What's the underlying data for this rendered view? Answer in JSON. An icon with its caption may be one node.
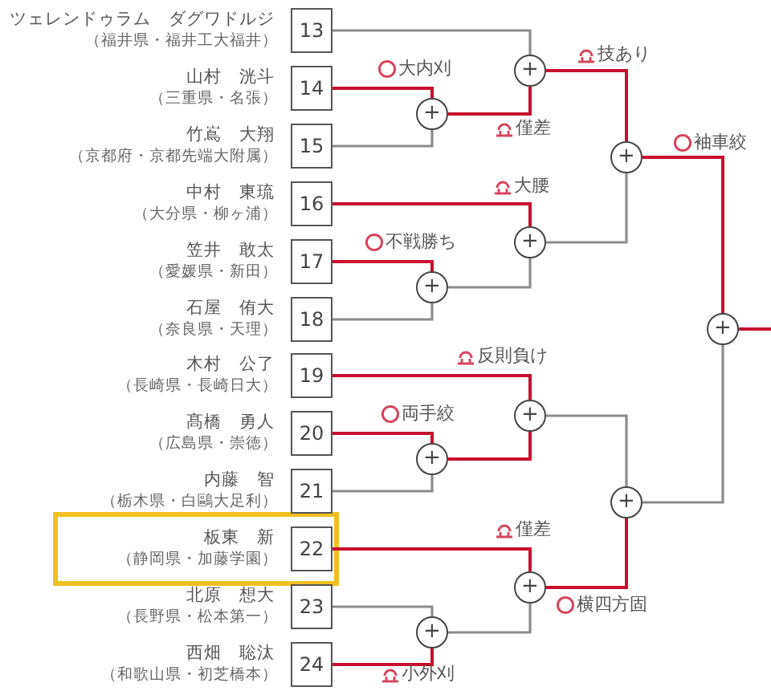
{
  "diagram": {
    "nodes": [
      {
        "text": [
          "13"
        ],
        "beside": [
          "ツェレンドゥラム　ダグワドルジ",
          "（福井県・福井工大福井）"
        ]
      },
      {
        "text": [
          "14"
        ],
        "beside": [
          "山村　洸斗",
          "（三重県・名張）"
        ]
      },
      {
        "text": [
          "15"
        ],
        "beside": [
          "竹嶌　大翔",
          "（京都府・京都先端大附属）"
        ]
      },
      {
        "text": [
          "16"
        ],
        "beside": [
          "中村　東琉",
          "（大分県・柳ヶ浦）"
        ]
      },
      {
        "text": [
          "17"
        ],
        "beside": [
          "笠井　敢太",
          "（愛媛県・新田）"
        ]
      },
      {
        "text": [
          "18"
        ],
        "beside": [
          "石屋　侑大",
          "（奈良県・天理）"
        ]
      },
      {
        "text": [
          "19"
        ],
        "beside": [
          "木村　公了",
          "（長崎県・長崎日大）"
        ]
      },
      {
        "text": [
          "20"
        ],
        "beside": [
          "髙橋　勇人",
          "（広島県・崇徳）"
        ]
      },
      {
        "text": [
          "21"
        ],
        "beside": [
          "内藤　智",
          "（栃木県・白鷗大足利）"
        ]
      },
      {
        "text": [
          "22"
        ],
        "beside": [
          "板東　新",
          "（静岡県・加藤学園）"
        ]
      },
      {
        "text": [
          "23"
        ],
        "beside": [
          "北原　想大",
          "（長野県・松本第一）"
        ]
      },
      {
        "text": [
          "24"
        ],
        "beside": [
          "西畑　聡汰",
          "（和歌山県・初芝橋本）"
        ]
      },
      {
        "text": [
          "+"
        ]
      },
      {
        "text": [
          "+"
        ]
      },
      {
        "text": [
          "+"
        ]
      },
      {
        "text": [
          "+"
        ]
      },
      {
        "text": [
          "+"
        ]
      },
      {
        "text": [
          "+"
        ]
      },
      {
        "text": [
          "+"
        ]
      },
      {
        "text": [
          "+"
        ]
      },
      {
        "text": [
          "+"
        ]
      },
      {
        "text": [
          "+"
        ]
      },
      {
        "text": [
          "+"
        ]
      }
    ],
    "edges": [
      {
        "from": 1,
        "to": 12,
        "arrow": "none",
        "label": "大内刈"
      },
      {
        "from": 2,
        "to": 12,
        "arrow": "none",
        "color": "#8c8c8c"
      },
      {
        "from": 0,
        "to": 13,
        "arrow": "none",
        "color": "#8c8c8c"
      },
      {
        "from": 12,
        "to": 13,
        "arrow": "none",
        "label": "僅差"
      },
      {
        "from": 13,
        "to": 16,
        "arrow": "none",
        "label": "技あり"
      },
      {
        "from": 4,
        "to": 14,
        "arrow": "none",
        "label": "不戦勝ち"
      },
      {
        "from": 5,
        "to": 14,
        "arrow": "none",
        "color": "#8c8c8c"
      },
      {
        "from": 3,
        "to": 15,
        "arrow": "none",
        "label": "大腰"
      },
      {
        "from": 14,
        "to": 15,
        "arrow": "none",
        "color": "#8c8c8c"
      },
      {
        "from": 15,
        "to": 16,
        "arrow": "none",
        "color": "#8c8c8c"
      },
      {
        "from": 16,
        "to": 17,
        "arrow": "none",
        "label": "袖車絞"
      },
      {
        "from": 7,
        "to": 18,
        "arrow": "none",
        "label": "両手絞"
      },
      {
        "from": 8,
        "to": 18,
        "arrow": "none",
        "color": "#8c8c8c"
      },
      {
        "from": 6,
        "to": 19,
        "arrow": "none",
        "label": "反則負け"
      },
      {
        "from": 18,
        "to": 19,
        "arrow": "none"
      },
      {
        "from": 19,
        "to": 21,
        "arrow": "none",
        "color": "#8c8c8c"
      },
      {
        "from": 10,
        "to": 20,
        "arrow": "none",
        "color": "#8c8c8c"
      },
      {
        "from": 11,
        "to": 20,
        "arrow": "none",
        "label": "小外刈"
      },
      {
        "from": 9,
        "to": 22,
        "arrow": "none",
        "label": "僅差"
      },
      {
        "from": 20,
        "to": 22,
        "arrow": "none",
        "color": "#8c8c8c"
      },
      {
        "from": 22,
        "to": 21,
        "arrow": "none",
        "label": "横四方固"
      },
      {
        "from": 21,
        "to": 17,
        "arrow": "none",
        "color": "#8c8c8c"
      },
      {
        "from": 17,
        "to": null,
        "arrow": "none"
      }
    ]
  }
}
